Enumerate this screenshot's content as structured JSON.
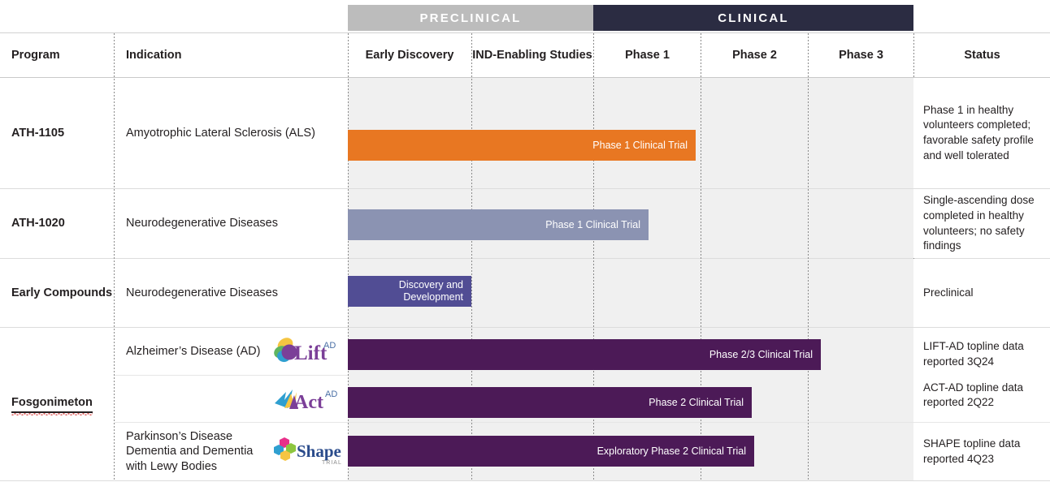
{
  "groups": [
    {
      "label": "PRECLINICAL",
      "color": "#bcbcbc"
    },
    {
      "label": "CLINICAL",
      "color": "#2b2c42"
    }
  ],
  "columns": {
    "program": "Program",
    "indication": "Indication",
    "early_discovery": "Early Discovery",
    "ind_enabling": "IND-Enabling Studies",
    "phase1": "Phase 1",
    "phase2": "Phase 2",
    "phase3": "Phase 3",
    "status": "Status"
  },
  "colors": {
    "orange": "#e87722",
    "slate": "#8b93b2",
    "indigo": "#514d94",
    "plum": "#4c1a57",
    "field": "#f0f0f0",
    "clinical_band": "#2b2c42",
    "preclinical_band": "#bcbcbc"
  },
  "rows": [
    {
      "program": "ATH-1105",
      "indication": "Amyotrophic Lateral Sclerosis (ALS)",
      "logo": "none",
      "bar_label": "Phase 1 Clinical Trial",
      "bar_color": "#e87722",
      "status": [
        "Phase 1 in healthy volunteers completed; favorable safety profile and well tolerated"
      ]
    },
    {
      "program": "ATH-1020",
      "indication": "Neurodegenerative Diseases",
      "logo": "none",
      "bar_label": "Phase 1 Clinical Trial",
      "bar_color": "#8b93b2",
      "status": [
        "Single-ascending dose completed in healthy volunteers; no safety findings"
      ]
    },
    {
      "program": "Early Compounds",
      "indication": "Neurodegenerative Diseases",
      "logo": "none",
      "bar_label": "Discovery and Development",
      "bar_color": "#514d94",
      "status": [
        "Preclinical"
      ]
    },
    {
      "program": "Fosgonimeton",
      "indication": "Alzheimer’s Disease (AD)",
      "logo": "lift-ad",
      "logo_text": "Lift",
      "logo_sup": "AD",
      "bar_label": "Phase 2/3 Clinical Trial",
      "bar_color": "#4c1a57",
      "status": [
        "LIFT-AD topline data reported 3Q24",
        "ACT-AD topline data reported 2Q22"
      ]
    },
    {
      "program": "",
      "indication": "",
      "logo": "act-ad",
      "logo_text": "Act",
      "logo_sup": "AD",
      "bar_label": "Phase 2 Clinical Trial",
      "bar_color": "#4c1a57",
      "status": []
    },
    {
      "program": "",
      "indication": "Parkinson’s Disease Dementia and Dementia with Lewy Bodies",
      "logo": "shape-trial",
      "logo_text": "Shape",
      "logo_sup": "TRIAL",
      "bar_label": "Exploratory Phase 2 Clinical Trial",
      "bar_color": "#4c1a57",
      "status": [
        "SHAPE topline data reported 4Q23"
      ]
    }
  ]
}
